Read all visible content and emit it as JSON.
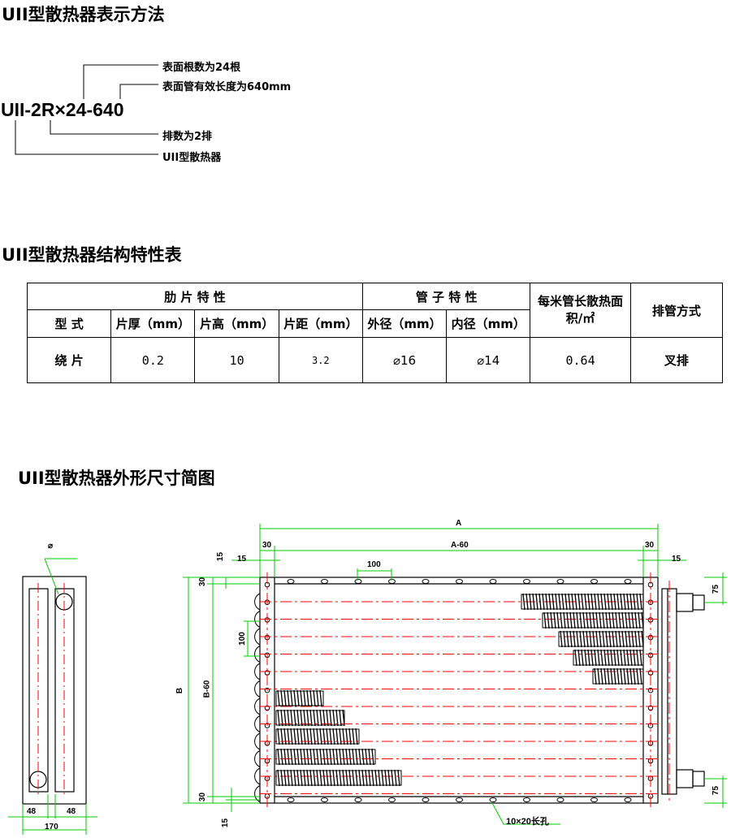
{
  "headings": {
    "designation": "UII型散热器表示方法",
    "structure": "UII型散热器结构特性表",
    "outline": "UII型散热器外形尺寸简图"
  },
  "designation": {
    "code_prefix": "UII-2R",
    "code_times": "×",
    "code_suffix": "24-640",
    "note_tubes": "表面根数为24根",
    "note_length": "表面管有效长度为640mm",
    "note_rows": "排数为2排",
    "note_type": "UII型散热器"
  },
  "table": {
    "group_fin": "肋 片 特 性",
    "group_tube": "管 子 特 性",
    "col_area": "每米管长散热面积/㎡",
    "col_arrangement": "排管方式",
    "col_type": "型 式",
    "col_fin_thickness": "片厚（mm）",
    "col_fin_height": "片高（mm）",
    "col_fin_pitch": "片距（mm）",
    "col_outer_dia": "外径（mm）",
    "col_inner_dia": "内径（mm）",
    "row": {
      "type": "绕 片",
      "fin_thickness": "0.2",
      "fin_height": "10",
      "fin_pitch": "3.2",
      "outer_dia": "⌀16",
      "inner_dia": "⌀14",
      "area": "0.64",
      "arrangement": "叉排"
    }
  },
  "side_view": {
    "dia": "⌀",
    "d48_left": "48",
    "d48_right": "48",
    "d170": "170"
  },
  "front_view": {
    "A": "A",
    "A60": "A-60",
    "d30_tl": "30",
    "d30_tr": "30",
    "d15_left": "15",
    "d15_right": "15",
    "d15_top": "15",
    "d100_top": "100",
    "d30_lt": "30",
    "d100_left": "100",
    "B": "B",
    "B60": "B-60",
    "d30_lb": "30",
    "d15_bottom": "15",
    "d75_top": "75",
    "d75_bottom": "75",
    "slot": "10×20长孔"
  },
  "colors": {
    "dim": "#00cc00",
    "center": "#ff0000",
    "line": "#000000"
  }
}
